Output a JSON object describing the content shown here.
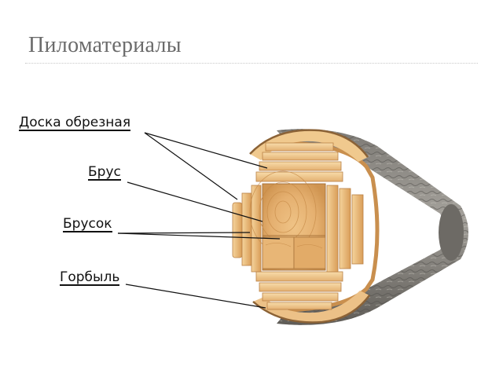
{
  "slide": {
    "title": "Пиломатериалы"
  },
  "labels": {
    "doska_obreznaya": "Доска обрезная",
    "brus": "Брус",
    "brusok": "Брусок",
    "gorbyl": "Горбыль"
  },
  "colors": {
    "title": "#6b6b6b",
    "wood_light": "#f0cf98",
    "wood_mid": "#dfa865",
    "wood_dark": "#c98a45",
    "bark": "#8d8a84",
    "bark_dark": "#5f5c57",
    "leader": "#111111"
  }
}
